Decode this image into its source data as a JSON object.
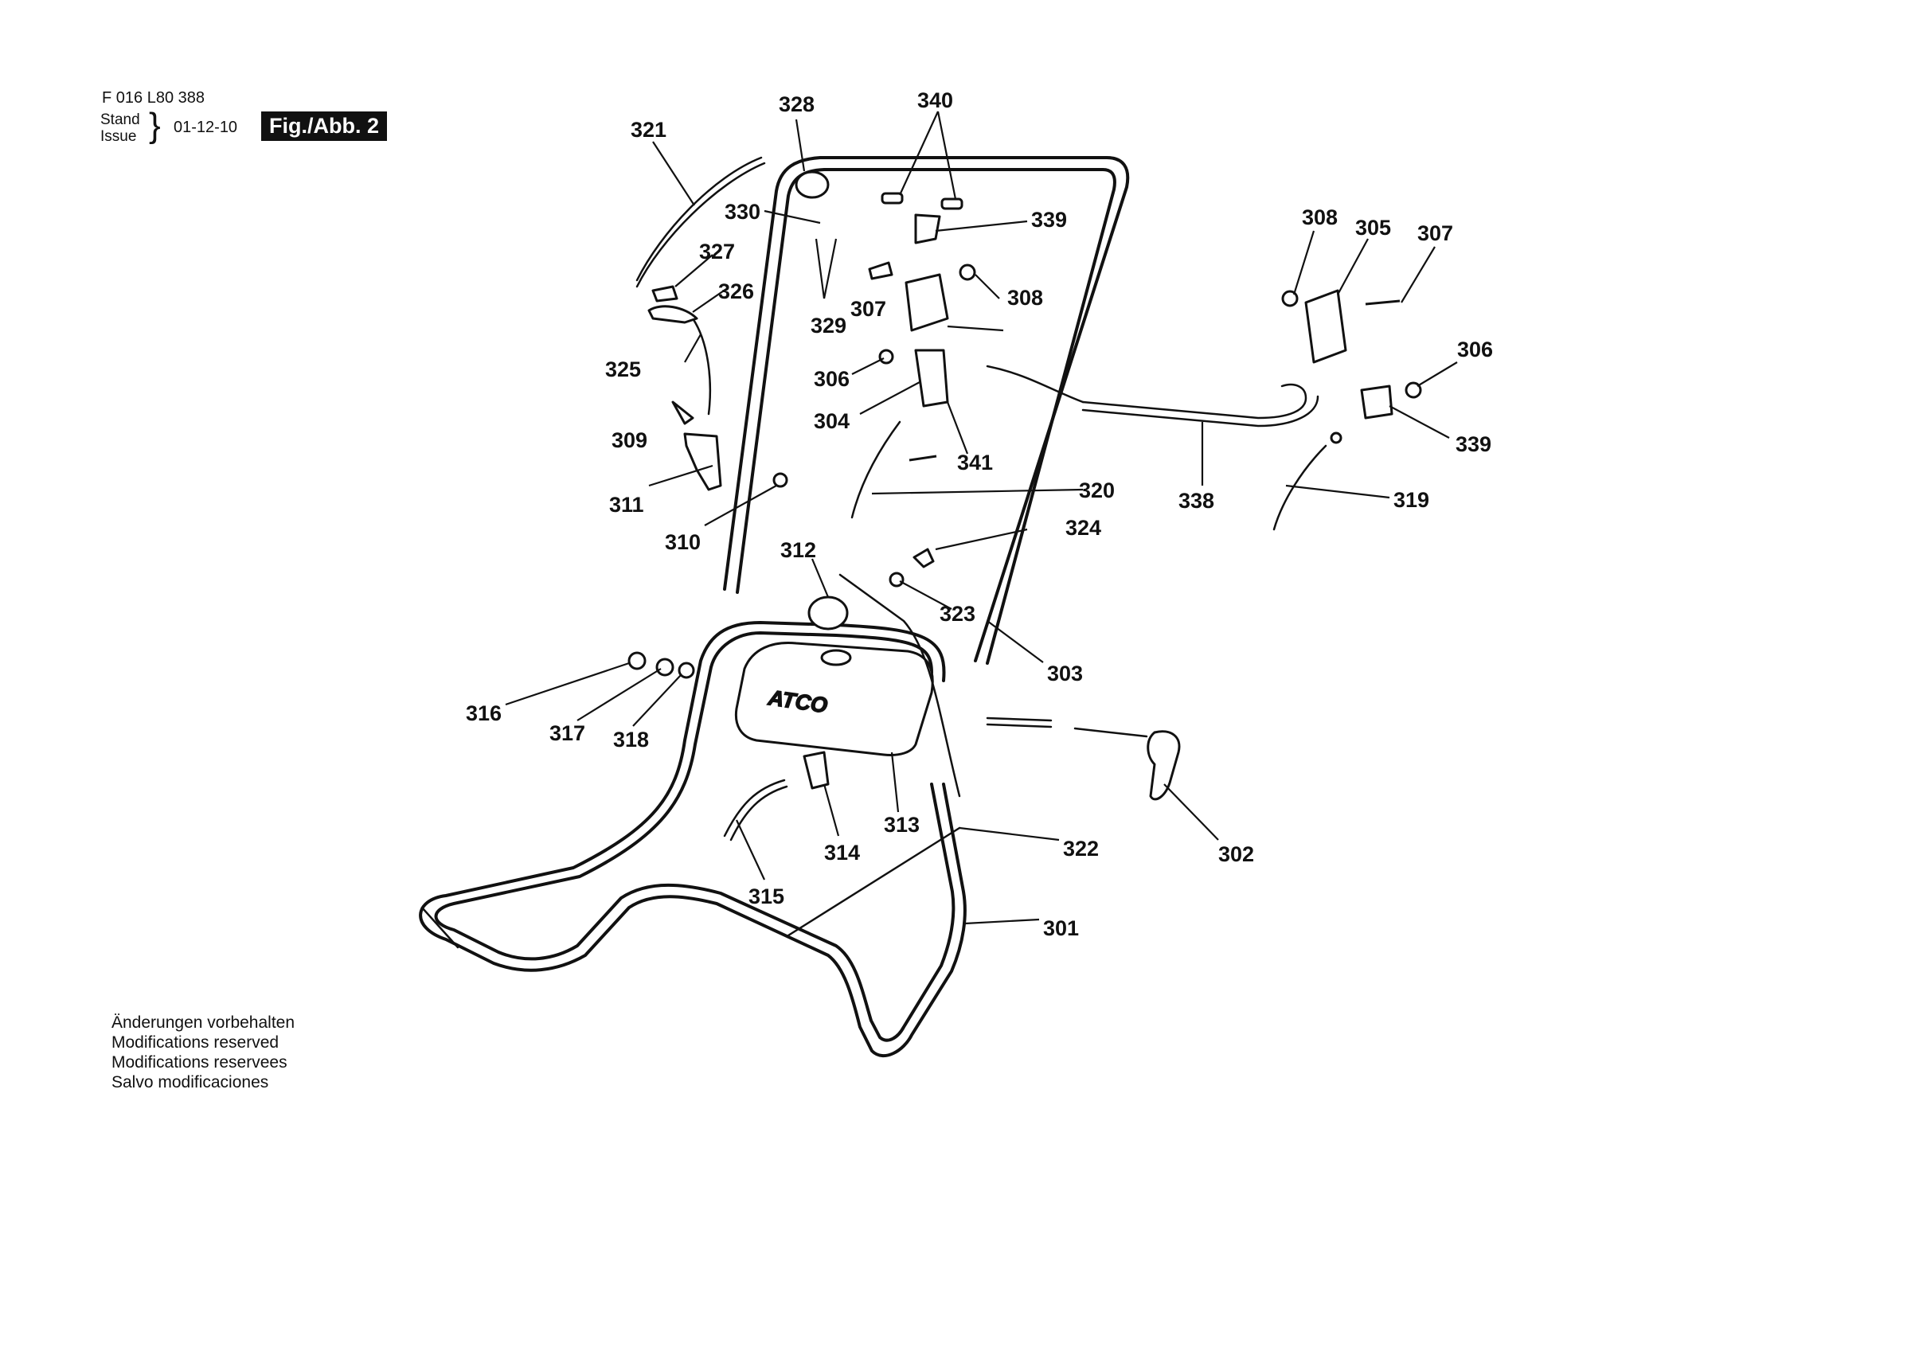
{
  "header": {
    "doc_code": "F 016 L80 388",
    "stand": "Stand",
    "issue": "Issue",
    "brace": "}",
    "date": "01-12-10",
    "figure": "Fig./Abb. 2"
  },
  "notes": [
    "Änderungen vorbehalten",
    "Modifications reserved",
    "Modifications reservees",
    "Salvo modificaciones"
  ],
  "brand": "ATCO",
  "part_labels": [
    "301",
    "302",
    "303",
    "304",
    "305",
    "306",
    "306",
    "307",
    "307",
    "308",
    "308",
    "309",
    "310",
    "311",
    "312",
    "313",
    "314",
    "315",
    "316",
    "317",
    "318",
    "319",
    "320",
    "321",
    "322",
    "323",
    "324",
    "325",
    "326",
    "327",
    "328",
    "329",
    "330",
    "338",
    "339",
    "339",
    "340",
    "341"
  ]
}
